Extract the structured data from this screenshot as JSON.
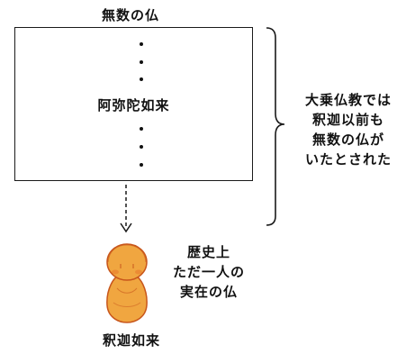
{
  "diagram": {
    "top_label": "無数の仏",
    "box_center_label": "阿弥陀如来",
    "right_note_lines": [
      "大乗仏教では",
      "釈迦以前も",
      "無数の仏が",
      "いたとされた"
    ],
    "history_note_lines": [
      "歴史上",
      "ただ一人の",
      "実在の仏"
    ],
    "figure_label": "釈迦如来"
  },
  "icons": {
    "buddha_figure": "buddha-figure-icon",
    "dashed_arrow": "dashed-arrow-down"
  },
  "colors": {
    "line": "#1a1a1a",
    "figure_fill": "#f0a640",
    "figure_outline": "#c8561b",
    "figure_blush": "#e8742a"
  }
}
